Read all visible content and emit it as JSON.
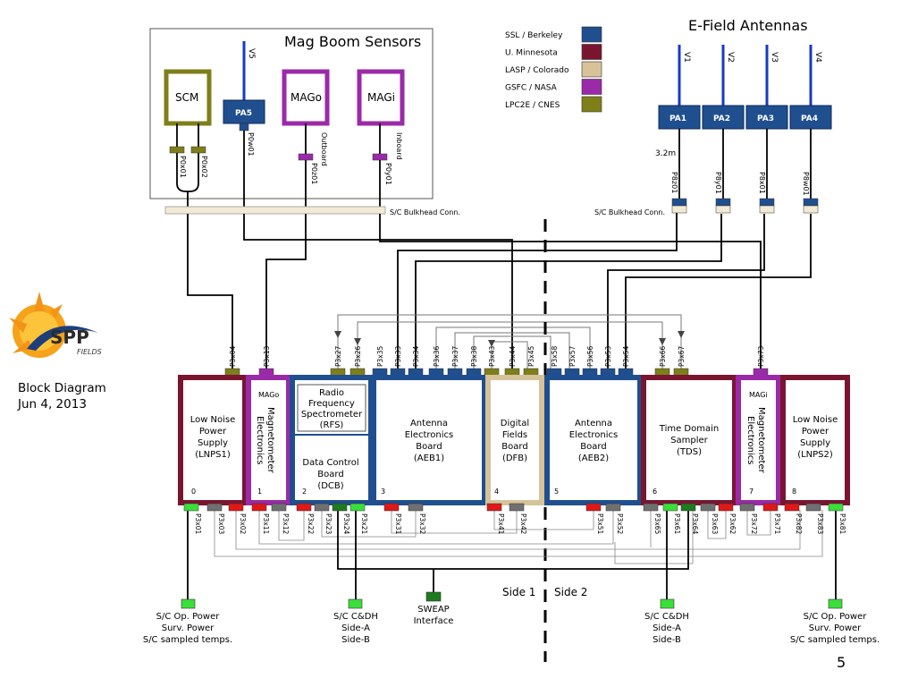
{
  "colors": {
    "ssl_berkeley": "#1f4f8f",
    "u_minnesota": "#7a1530",
    "lasp_colorado": "#d6c39a",
    "gsfc_nasa": "#9b2aa8",
    "lpc2e_cnes": "#7f7f1a",
    "power_green": "#3adf3a",
    "dark_green": "#1e7a1e",
    "red": "#e01818",
    "gray": "#707070"
  },
  "titles": {
    "mag_boom": "Mag Boom Sensors",
    "efield": "E-Field Antennas",
    "block_diagram": "Block Diagram",
    "date": "Jun 4, 2013",
    "page_number": "5",
    "logo_text": "SPP FIELDS"
  },
  "legend": [
    {
      "label": "SSL / Berkeley",
      "color": "#1f4f8f"
    },
    {
      "label": "U. Minnesota",
      "color": "#7a1530"
    },
    {
      "label": "LASP / Colorado",
      "color": "#d6c39a"
    },
    {
      "label": "GSFC / NASA",
      "color": "#9b2aa8"
    },
    {
      "label": "LPC2E / CNES",
      "color": "#7f7f1a"
    }
  ],
  "sensors": {
    "scm": "SCM",
    "pa5": "PA5",
    "mago": "MAGo",
    "magi": "MAGi",
    "v5": "V5",
    "outboard": "Outboard",
    "inboard": "Inboard",
    "p0x01": "P0x01",
    "p0x02": "P0x02",
    "p0w01": "P0w01",
    "p0z01": "P0z01",
    "p0y01": "P0y01"
  },
  "antennas": [
    {
      "pa": "PA1",
      "v": "V1",
      "conn": "P8z01"
    },
    {
      "pa": "PA2",
      "v": "V2",
      "conn": "P8y01"
    },
    {
      "pa": "PA3",
      "v": "V3",
      "conn": "P8x01"
    },
    {
      "pa": "PA4",
      "v": "V4",
      "conn": "P8w01"
    }
  ],
  "length_label": "3.2m",
  "bulkhead_left": "S/C Bulkhead Conn.",
  "bulkhead_right": "S/C Bulkhead Conn.",
  "top_connectors": [
    "P3x04",
    "P3x13",
    "P3x27",
    "P3x26",
    "P3x35",
    "P3x33",
    "P3x34",
    "P3x36",
    "P3x37",
    "P3x38",
    "P3x43",
    "P3x44",
    "P3x45",
    "P3x58",
    "P3x57",
    "P3x56",
    "P3x53",
    "P3x54",
    "P3x66",
    "P3x67",
    "P3x73"
  ],
  "boards": [
    {
      "label": "Low Noise Power Supply (LNPS1)",
      "num": "0"
    },
    {
      "label": "Magnetometer Electronics",
      "sub": "MAGo",
      "num": "1"
    },
    {
      "label": "Radio Frequency Spectrometer (RFS)",
      "num": ""
    },
    {
      "label": "Data Control Board (DCB)",
      "num": "2"
    },
    {
      "label": "Antenna Electronics Board (AEB1)",
      "num": "3"
    },
    {
      "label": "Digital Fields Board (DFB)",
      "num": "4"
    },
    {
      "label": "Antenna Electronics Board (AEB2)",
      "num": "5"
    },
    {
      "label": "Time Domain Sampler (TDS)",
      "num": "6"
    },
    {
      "label": "Magnetometer Electronics",
      "sub": "MAGi",
      "num": "7"
    },
    {
      "label": "Low Noise Power Supply (LNPS2)",
      "num": "8"
    }
  ],
  "bottom_connectors": [
    "P3x01",
    "P3x03",
    "P3x02",
    "P3x11",
    "P3x12",
    "P3x22",
    "P3x23",
    "P3x24",
    "P3x21",
    "P3x31",
    "P3x32",
    "P3x41",
    "P3x42",
    "P3x51",
    "P3x52",
    "P3x65",
    "P3x61",
    "P3x64",
    "P3x63",
    "P3x62",
    "P3x72",
    "P3x71",
    "P3x82",
    "P3x83",
    "P3x81"
  ],
  "side1": "Side 1",
  "side2": "Side 2",
  "bottom_labels": {
    "sc_op_power_left": [
      "S/C Op. Power",
      "Surv. Power",
      "S/C sampled temps."
    ],
    "sc_cdh_left": [
      "S/C C&DH",
      "Side-A",
      "Side-B"
    ],
    "sweap": [
      "SWEAP",
      "Interface"
    ],
    "sc_cdh_right": [
      "S/C C&DH",
      "Side-A",
      "Side-B"
    ],
    "sc_op_power_right": [
      "S/C Op. Power",
      "Surv. Power",
      "S/C sampled temps."
    ]
  }
}
